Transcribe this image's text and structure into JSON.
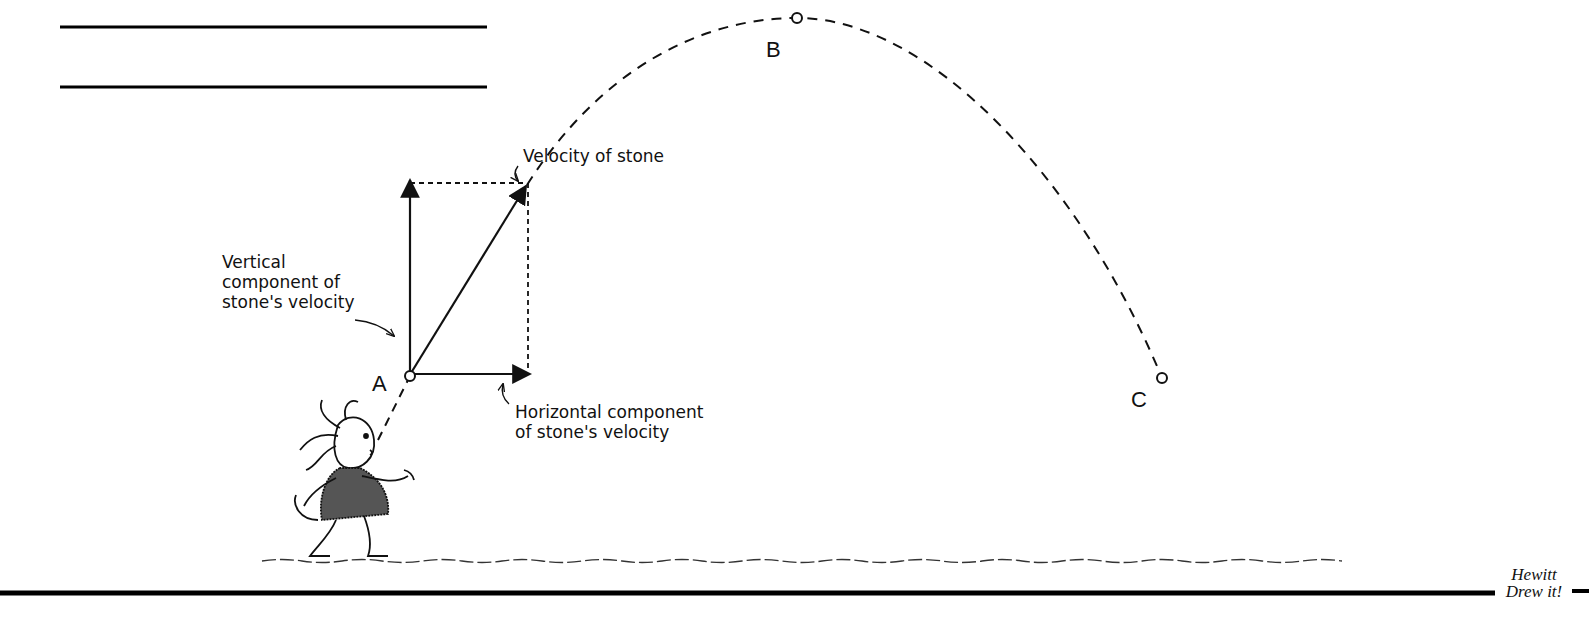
{
  "diagram": {
    "labels": [
      "Velocity of stone",
      "Vertical component of stone's velocity",
      "A",
      "Horizontal component of stone's velocity",
      "B",
      "C",
      "Hewitt Drew it!"
    ]
  }
}
